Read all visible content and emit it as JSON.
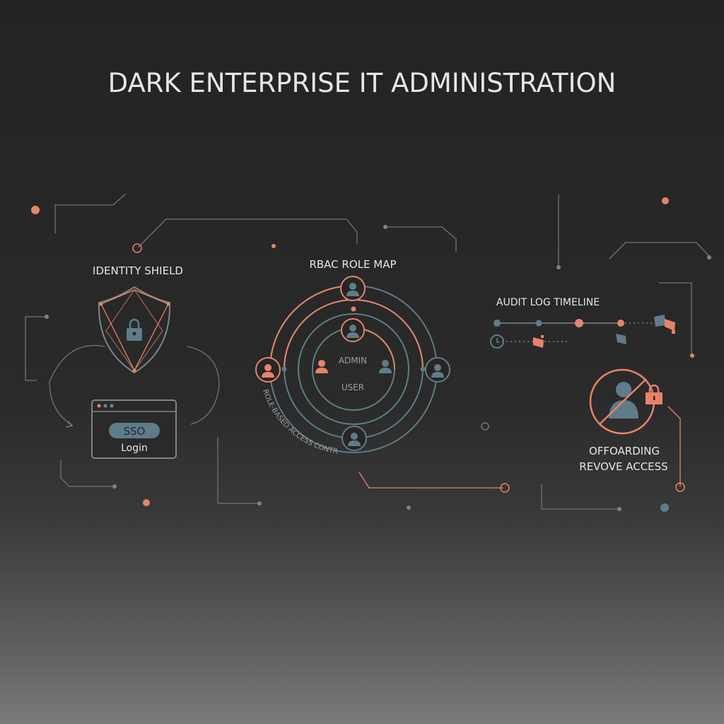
{
  "title": "DARK ENTERPRISE IT ADMINISTRATION",
  "colors": {
    "accent": "#e8836a",
    "slate": "#5f7c88",
    "line": "#7d8488",
    "background": "#262626"
  },
  "identity_shield": {
    "label": "IDENTITY SHIELD",
    "icons": [
      "shield-icon",
      "lock-icon",
      "browser-window-icon"
    ],
    "sso_button": "SSO",
    "login_label": "Login"
  },
  "rbac": {
    "label": "RBAC ROLE MAP",
    "inner_labels": [
      "ADMIN",
      "USER"
    ],
    "arc_caption": "ROLE-BASED ACCESS CONTROL"
  },
  "audit": {
    "label": "AUDIT LOG TIMELINE",
    "icons": [
      "clock-icon",
      "folder-icon",
      "document-icon"
    ]
  },
  "offboarding": {
    "line1": "OFFOARDING",
    "line2": "REVOVE ACCESS",
    "icons": [
      "blocked-user-icon",
      "lock-icon"
    ]
  }
}
